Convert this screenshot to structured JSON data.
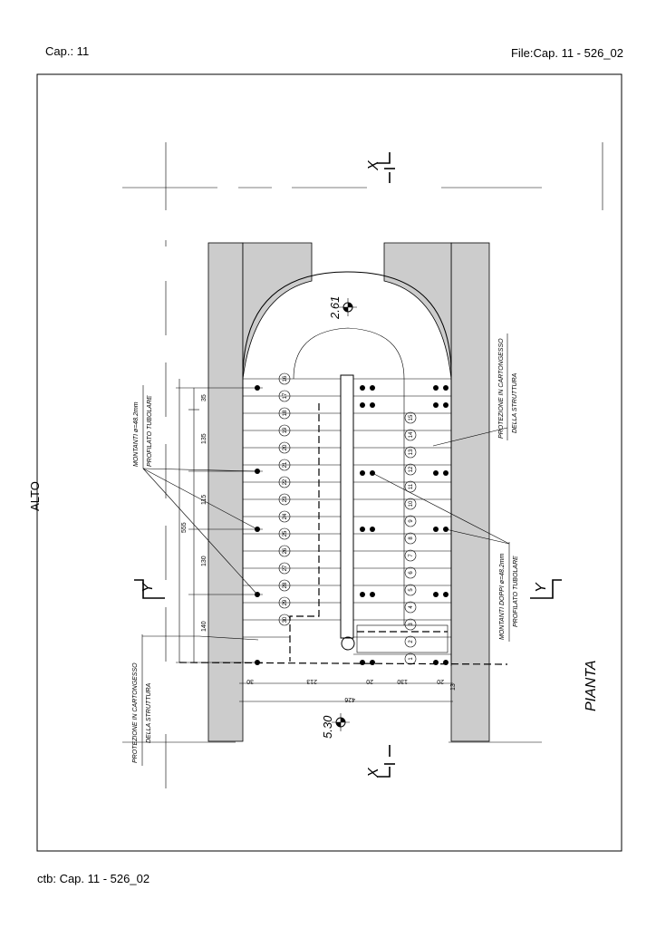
{
  "header": {
    "chapter": "Cap.: 11",
    "file": "File:Cap. 11 - 526_02"
  },
  "footer": {
    "ctb": "ctb: Cap. 11 - 526_02"
  },
  "side_label": "ALTO",
  "drawing": {
    "view_title": "PIANTA",
    "elevation_top": "2.61",
    "elevation_bottom": "5.30",
    "section_x_top": "X",
    "section_x_bottom": "X",
    "section_y_left": "Y",
    "section_y_right": "Y",
    "note_protection_right_1": "PROTEZIONE IN CARTONGESSO",
    "note_protection_right_2": "DELLA STRUTTURA",
    "note_protection_left_1": "PROTEZIONE IN CARTONGESSO",
    "note_protection_left_2": "DELLA STRUTTURA",
    "note_uprights_1": "MONTANTI ø=48.2mm",
    "note_uprights_2": "PROFILATO TUBOLARE",
    "note_double_uprights_1": "MONTANTI DOPPI ø=48.2mm",
    "note_double_uprights_2": "PROFILATO TUBOLARE",
    "dims_vertical": [
      "35",
      "135",
      "115",
      "130",
      "140",
      "555"
    ],
    "dims_horizontal": [
      "30",
      "213",
      "20",
      "130",
      "20",
      "13",
      "426"
    ],
    "steps_right": [
      "1",
      "2",
      "3",
      "4",
      "5",
      "6",
      "7",
      "8",
      "9",
      "10",
      "11",
      "12",
      "13",
      "14",
      "15"
    ],
    "steps_left": [
      "16",
      "17",
      "18",
      "19",
      "20",
      "21",
      "22",
      "23",
      "24",
      "25",
      "26",
      "27",
      "28",
      "29",
      "30"
    ]
  }
}
